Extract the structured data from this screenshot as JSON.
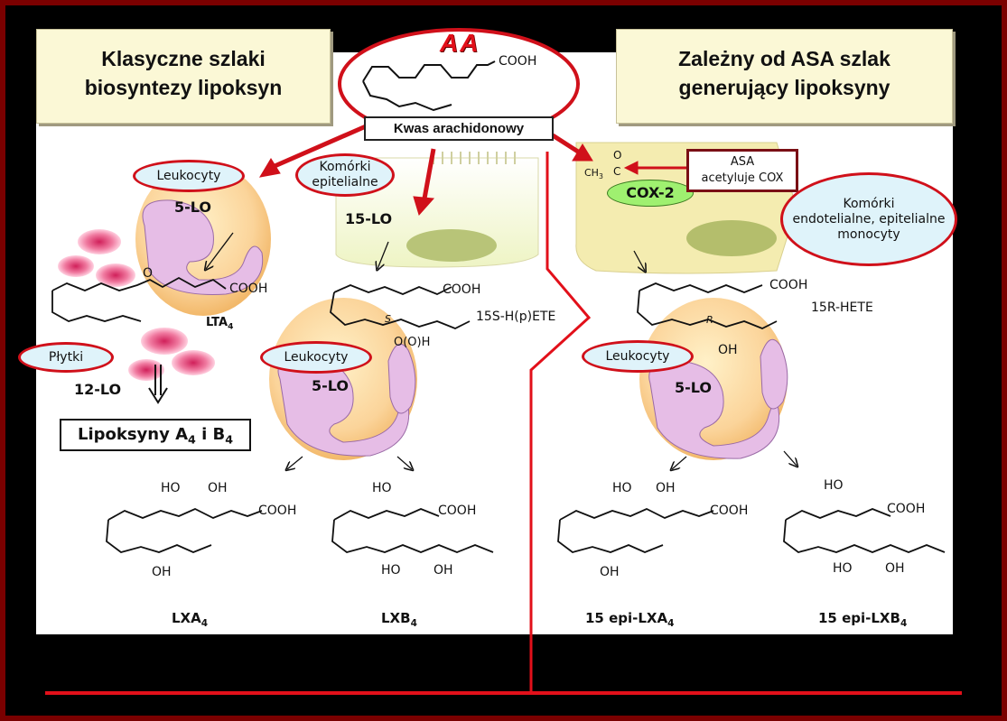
{
  "left_title": {
    "line1": "Klasyczne szlaki",
    "line2": "biosyntezy lipoksyn"
  },
  "right_title": {
    "line1": "Zależny od ASA szlak",
    "line2": "generujący lipoksyny"
  },
  "center": {
    "aa": "AA",
    "cooh": "COOH",
    "kwas": "Kwas arachidonowy"
  },
  "left": {
    "leukocyty": "Leukocyty",
    "enzyme_5lo": "5-LO",
    "lta4_main": "LTA",
    "lta4_sub": "4",
    "cooh": "COOH",
    "o": "O",
    "plytki": "Płytki",
    "enzyme_12lo": "12-LO",
    "lipo_text": "Lipoksyny A",
    "lipo_sub1": "4",
    "lipo_mid": " i B",
    "lipo_sub2": "4"
  },
  "middle": {
    "komorki_line1": "Komórki",
    "komorki_line2": "epitelialne",
    "enzyme_15lo": "15-LO",
    "cooh": "COOH",
    "hpete": "15S-H(p)ETE",
    "s_label": "S",
    "oooh": "O(O)H",
    "leukocyty": "Leukocyty",
    "enzyme_5lo": "5-LO"
  },
  "right": {
    "ch3": "CH",
    "ch3_sub": "3",
    "c_label": "C",
    "o_label": "O",
    "cox2": "COX-2",
    "asa_line1": "ASA",
    "asa_line2": "acetyluje COX",
    "komorki_line1": "Komórki",
    "komorki_line2": "endotelialne, epitelialne",
    "komorki_line3": "monocyty",
    "cooh": "COOH",
    "hete": "15R-HETE",
    "r_label": "R",
    "oh": "OH",
    "leukocyty": "Leukocyty",
    "enzyme_5lo": "5-LO"
  },
  "products": {
    "lxa4": {
      "name": "LXA",
      "sub": "4",
      "oh1": "HO",
      "oh2": "OH",
      "oh3": "OH",
      "cooh": "COOH"
    },
    "lxb4": {
      "name": "LXB",
      "sub": "4",
      "oh1": "HO",
      "oh2": "HO",
      "oh3": "OH",
      "cooh": "COOH"
    },
    "epi_lxa4": {
      "name": "15 epi-LXA",
      "sub": "4",
      "oh1": "HO",
      "oh2": "OH",
      "oh3": "OH",
      "cooh": "COOH"
    },
    "epi_lxb4": {
      "name": "15 epi-LXB",
      "sub": "4",
      "oh1": "HO",
      "oh2": "HO",
      "oh3": "OH",
      "cooh": "COOH"
    }
  },
  "colors": {
    "accent_red": "#d0101a",
    "dark_red": "#7a0000",
    "cell_fill": "#fbd49a",
    "nucleus": "#e8c0e8",
    "title_bg": "#fbf8d6",
    "label_bg": "#dff3fa",
    "cox_green": "#9ff070"
  }
}
